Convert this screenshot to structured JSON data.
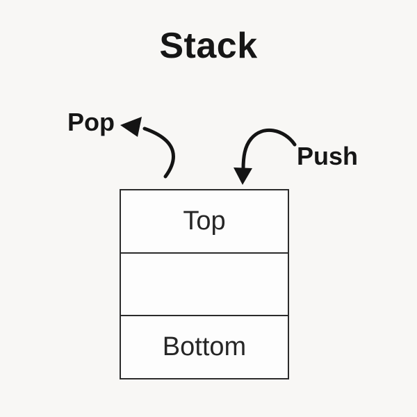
{
  "title": "Stack",
  "operations": {
    "pop": {
      "label": "Pop"
    },
    "push": {
      "label": "Push"
    }
  },
  "stack": {
    "rows": [
      "Top",
      "",
      "Bottom"
    ]
  },
  "colors": {
    "background": "#f8f7f5",
    "ink": "#161616",
    "arrow": "#141414",
    "box_fill": "#fdfdfd",
    "box_border": "#2b2b2b"
  }
}
